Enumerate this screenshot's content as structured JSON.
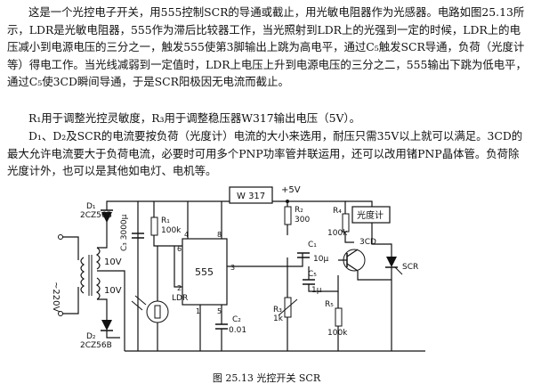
{
  "text": {
    "p1": "这是一个光控电子开关，用555控制SCR的导通或截止，用光敏电阻器作为光感器。电路如图25.13所示，LDR是光敏电阻器，555作为滞后比较器工作，当光照射到LDR上的光强到一定的时候，LDR上的电压减小到电源电压的三分之一，触发555使第3脚输出上跳为高电平，通过C₅触发SCR导通，负荷（光度计等）得电工作。当光线减弱到一定值时，LDR上电压上升到电源电压的三分之二，555输出下跳为低电平，通过C₅使3CD瞬间导通，于是SCR阳极因无电流而截止。",
    "p2": "R₁用于调整光控灵敏度，R₃用于调整稳压器W317输出电压（5V）。",
    "p3": "D₁、D₂及SCR的电流要按负荷（光度计）电流的大小来选用，耐压只需35V以上就可以满足。3CD的最大允许电流要大于负荷电流，必要时可用多个PNP功率管并联运用，还可以改用锗PNP晶体管。负荷除光度计外，也可以是其他如电灯、电机等。"
  },
  "diagram": {
    "d1": "D₁",
    "d1_type": "2CZ56B",
    "d2": "D₂",
    "d2_type": "2CZ56B",
    "ac_in": "~220V",
    "sec_top": "10V",
    "sec_bot": "10V",
    "c3": "C₃ 3000μ",
    "r1": "R₁",
    "r1_val": "100k",
    "ic": "555",
    "pin4": "4",
    "pin8": "8",
    "pin6": "6",
    "pin2": "2",
    "pin3": "3",
    "pin1": "1",
    "pin5": "5",
    "ldr": "LDR",
    "c2": "C₂",
    "c2_val": "0.01",
    "reg": "W 317",
    "vcc": "+5V",
    "r2": "R₂",
    "r2_val": "300",
    "r3": "R₃",
    "r3_val": "1k",
    "c1": "C₁",
    "c1_val": "10μ",
    "c5": "C₅",
    "c5_val": "1μ",
    "r4": "R₄",
    "r4_val": "100k",
    "r5": "R₅",
    "r5_val": "100k",
    "q": "3CD",
    "load": "光度计",
    "scr": "SCR"
  },
  "caption": "图 25.13    光控开关 SCR"
}
